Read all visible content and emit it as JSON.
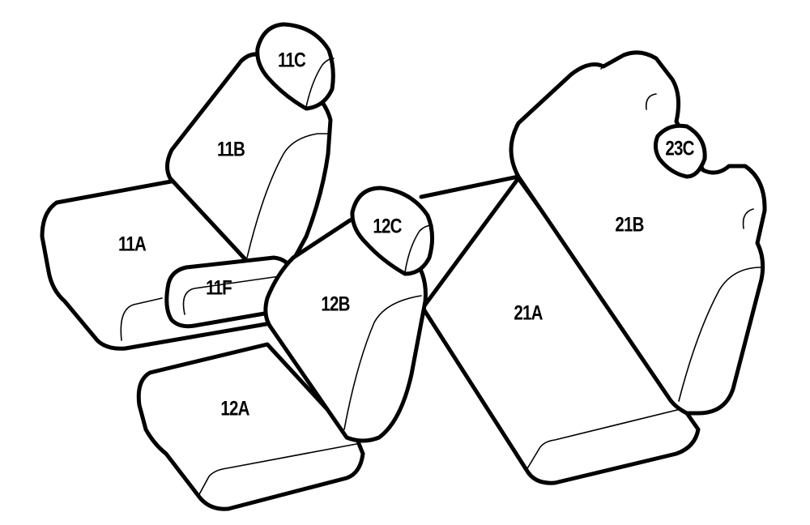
{
  "labels": {
    "seat_11A": "11A",
    "seat_11B": "11B",
    "seat_11C": "11C",
    "seat_11F": "11F",
    "seat_12A": "12A",
    "seat_12B": "12B",
    "seat_12C": "12C",
    "seat_21A": "21A",
    "seat_21B": "21B",
    "seat_23C": "23C"
  },
  "colors": {
    "line": "#000000",
    "fill": "#ffffff"
  }
}
